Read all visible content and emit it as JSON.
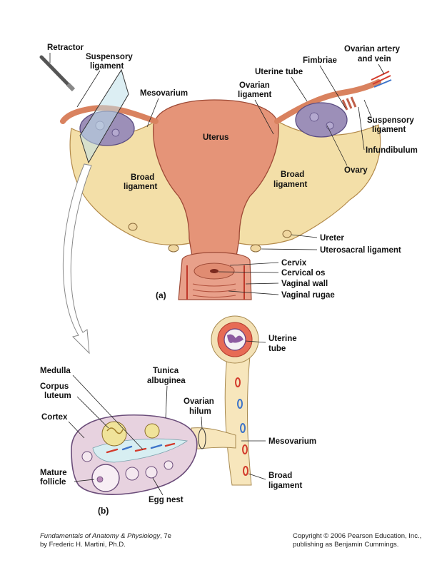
{
  "panel_a": {
    "tag": "(a)",
    "labels": {
      "retractor": "Retractor",
      "suspensory_left_1": "Suspensory",
      "suspensory_left_2": "ligament",
      "mesovarium_a": "Mesovarium",
      "uterus": "Uterus",
      "broad_left_1": "Broad",
      "broad_left_2": "ligament",
      "broad_right_1": "Broad",
      "broad_right_2": "ligament",
      "ovarian_lig_1": "Ovarian",
      "ovarian_lig_2": "ligament",
      "uterine_tube_a": "Uterine tube",
      "fimbriae": "Fimbriae",
      "ovarian_artery_1": "Ovarian artery",
      "ovarian_artery_2": "and vein",
      "suspensory_right_1": "Suspensory",
      "suspensory_right_2": "ligament",
      "infundibulum": "Infundibulum",
      "ovary": "Ovary",
      "ureter": "Ureter",
      "uterosacral": "Uterosacral ligament",
      "cervix": "Cervix",
      "cervical_os": "Cervical os",
      "vaginal_wall": "Vaginal wall",
      "vaginal_rugae": "Vaginal rugae"
    }
  },
  "panel_b": {
    "tag": "(b)",
    "labels": {
      "medulla": "Medulla",
      "corpus_1": "Corpus",
      "corpus_2": "luteum",
      "cortex": "Cortex",
      "mature_1": "Mature",
      "mature_2": "follicle",
      "tunica_1": "Tunica",
      "tunica_2": "albuginea",
      "hilum_1": "Ovarian",
      "hilum_2": "hilum",
      "egg_nest": "Egg nest",
      "uterine_tube_1": "Uterine",
      "uterine_tube_2": "tube",
      "mesovarium_b": "Mesovarium",
      "broad_b_1": "Broad",
      "broad_b_2": "ligament"
    }
  },
  "footer": {
    "book_title": "Fundamentals of Anatomy & Physiology",
    "edition": ", 7e",
    "author": "by Frederic H. Martini, Ph.D.",
    "copyright": "Copyright © 2006 Pearson Education, Inc.,",
    "publisher": "publishing as Benjamin Cummings."
  },
  "colors": {
    "ligament": "#f3dfa8",
    "uterus": "#e59478",
    "ovary": "#9c8fb8",
    "tube": "#d9825f",
    "vessel_red": "#d33b2c",
    "vessel_blue": "#3d74c9"
  }
}
